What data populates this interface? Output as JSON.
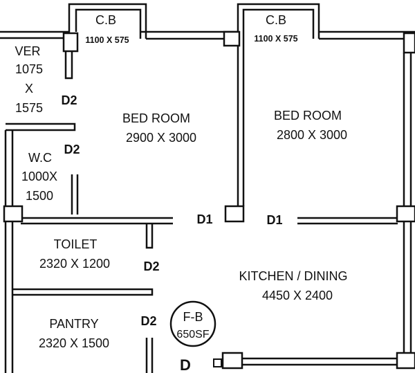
{
  "rooms": {
    "cb_left": {
      "name": "C.B",
      "size": "1100 X 575"
    },
    "cb_right": {
      "name": "C.B",
      "size": "1100 X 575"
    },
    "ver": {
      "line1": "VER",
      "line2": "1075",
      "line3": "X",
      "line4": "1575"
    },
    "bed_left": {
      "name": "BED ROOM",
      "size": "2900 X 3000"
    },
    "bed_right": {
      "name": "BED ROOM",
      "size": "2800 X 3000"
    },
    "wc": {
      "line1": "W.C",
      "line2": "1000X",
      "line3": "1500"
    },
    "toilet": {
      "name": "TOILET",
      "size": "2320 X 1200"
    },
    "kitchen": {
      "name": "KITCHEN / DINING",
      "size": "4450 X 2400"
    },
    "pantry": {
      "name": "PANTRY",
      "size": "2320 X 1500"
    }
  },
  "doors": {
    "ver_d2": "D2",
    "wc_d2": "D2",
    "toilet_d2": "D2",
    "pantry_d2": "D2",
    "bed_left_d1": "D1",
    "bed_right_d1": "D1",
    "main_d": "D"
  },
  "fb": {
    "line1": "F-B",
    "line2": "650SF"
  },
  "colors": {
    "wall": "#111111",
    "background": "#ffffff"
  }
}
